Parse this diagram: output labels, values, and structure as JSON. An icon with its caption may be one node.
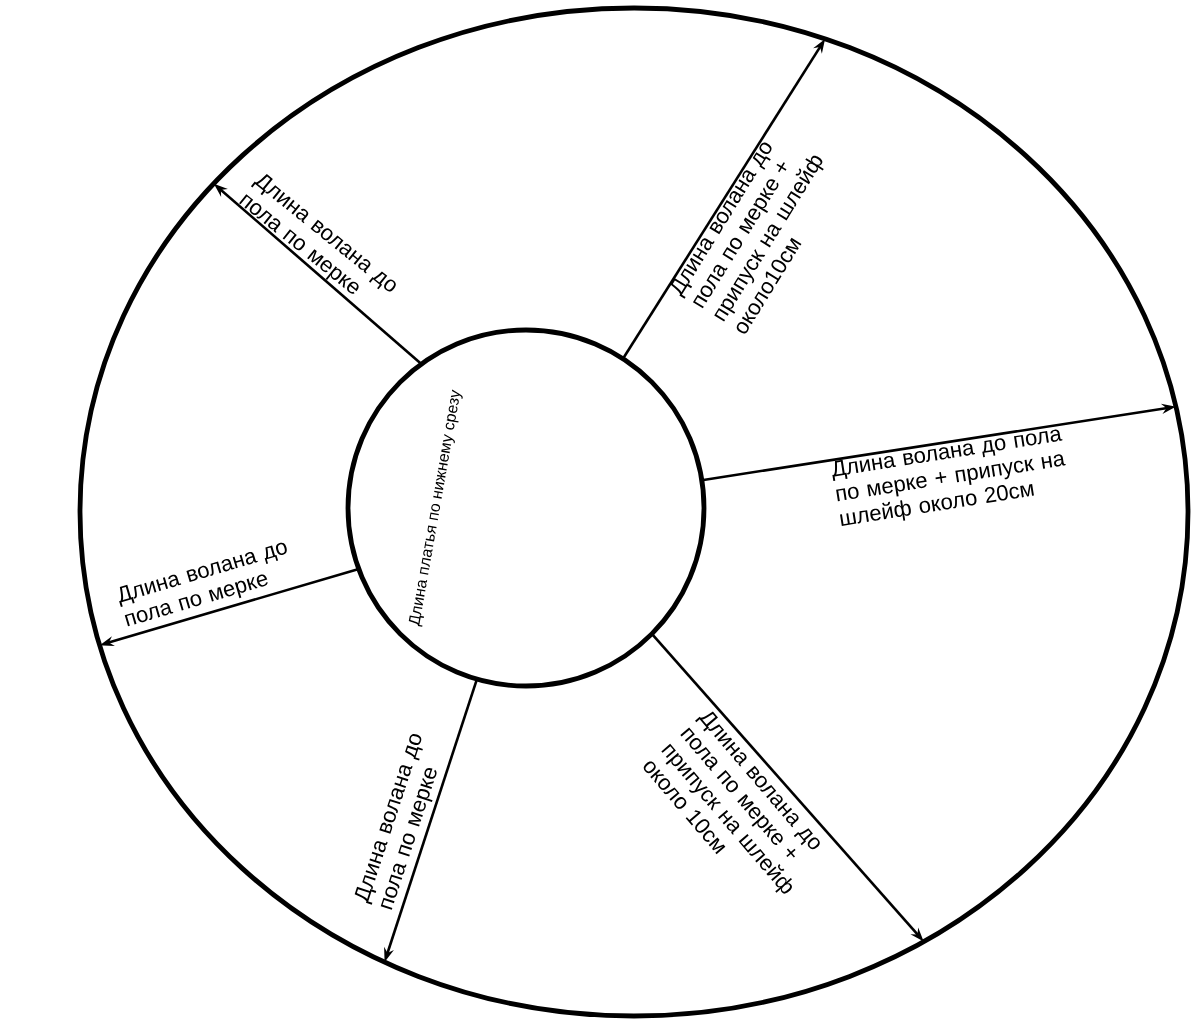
{
  "diagram": {
    "nodes": [
      {
        "text": [],
        "shape": "ellipse"
      },
      {
        "text": [
          "Длина платья по нижнему срезу"
        ],
        "in": 0
      }
    ],
    "edges": [
      {
        "from": 1,
        "to": 0,
        "arrow": "to",
        "label": "Длина волана до пола по мерке"
      },
      {
        "from": 1,
        "to": 0,
        "arrow": "to",
        "label": "Длина волана до пола по мерке + припуск на шлейф около10см"
      },
      {
        "from": 1,
        "to": 0,
        "arrow": "to",
        "label": "Длина волана до пола по мерке + припуск на шлейф около 20см"
      },
      {
        "from": 1,
        "to": 0,
        "arrow": "to",
        "label": "Длина волана до пола по мерке + припуск на шлейф около 10см"
      },
      {
        "from": 1,
        "to": 0,
        "arrow": "to",
        "label": "Длина волана до пола по мерке"
      },
      {
        "from": 1,
        "to": 0,
        "arrow": "to",
        "label": "Длина волана до пола по мерке"
      }
    ]
  }
}
